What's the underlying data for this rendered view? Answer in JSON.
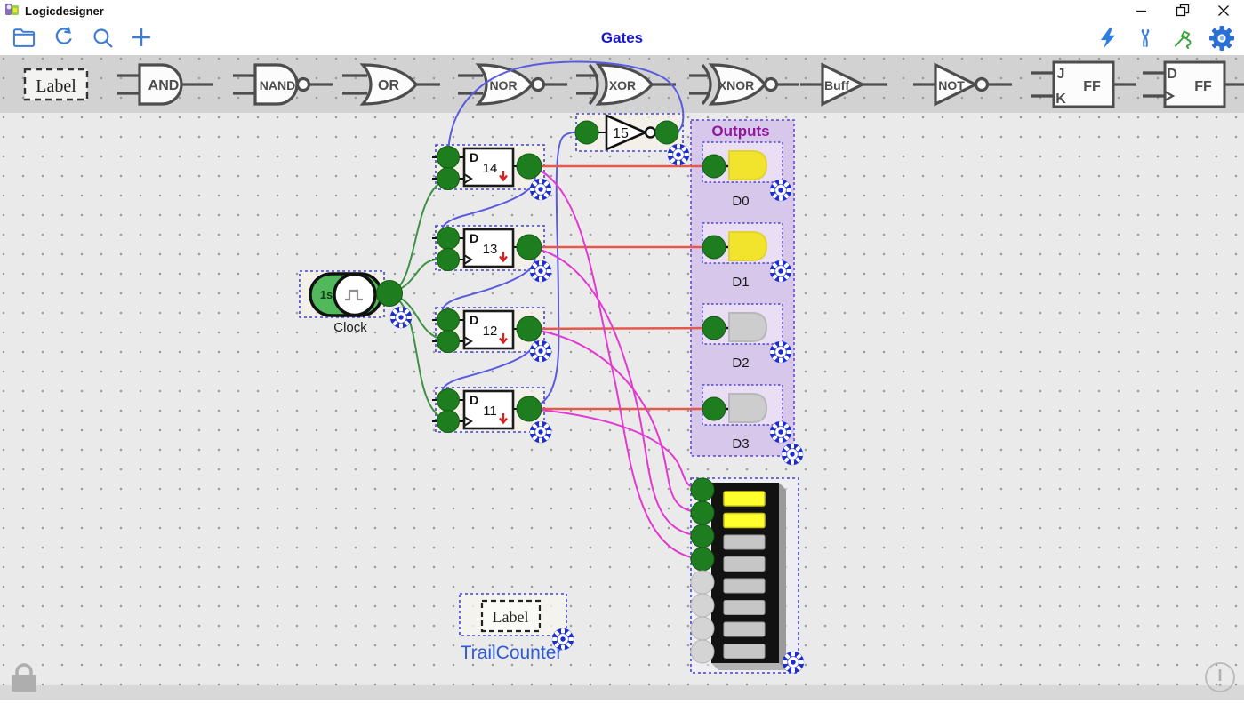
{
  "window": {
    "title": "Logicdesigner"
  },
  "toolbar": {
    "title": "Gates",
    "left_icons": [
      "open-folder",
      "refresh",
      "search",
      "add-component"
    ],
    "right_icons": [
      "simulate-lightning",
      "pliers-tool",
      "probe-tool",
      "settings-gear"
    ]
  },
  "palette": {
    "label_item": "Label",
    "gates": [
      "AND",
      "NAND",
      "OR",
      "NOR",
      "XOR",
      "XNOR",
      "Buff",
      "NOT"
    ],
    "jk_ff": {
      "j": "J",
      "k": "K",
      "ff": "FF"
    },
    "d_ff": {
      "d": "D",
      "ff": "FF"
    }
  },
  "canvas": {
    "clock": {
      "interval": "1s",
      "label": "Clock"
    },
    "flipflops": [
      {
        "port": "D",
        "id": "14"
      },
      {
        "port": "D",
        "id": "13"
      },
      {
        "port": "D",
        "id": "12"
      },
      {
        "port": "D",
        "id": "11"
      }
    ],
    "inverter": {
      "id": "15"
    },
    "outputs_group": {
      "title": "Outputs",
      "leds": [
        {
          "label": "D0",
          "lit": true
        },
        {
          "label": "D1",
          "lit": true
        },
        {
          "label": "D2",
          "lit": false
        },
        {
          "label": "D3",
          "lit": false
        }
      ]
    },
    "bargraph": {
      "total_segments": 8,
      "lit_segments": 2
    },
    "text_label": {
      "box_text": "Label",
      "caption": "TrailCounter"
    },
    "colors": {
      "wire_clock": "#3f9143",
      "wire_data": "#5b5be0",
      "wire_led": "#e4584e",
      "wire_bar": "#e23ad0",
      "selection": "#4343d6",
      "group_bg": "#d7c7ea",
      "led_on": "#f2e42c",
      "gear_blue": "#1d2ed0"
    }
  }
}
